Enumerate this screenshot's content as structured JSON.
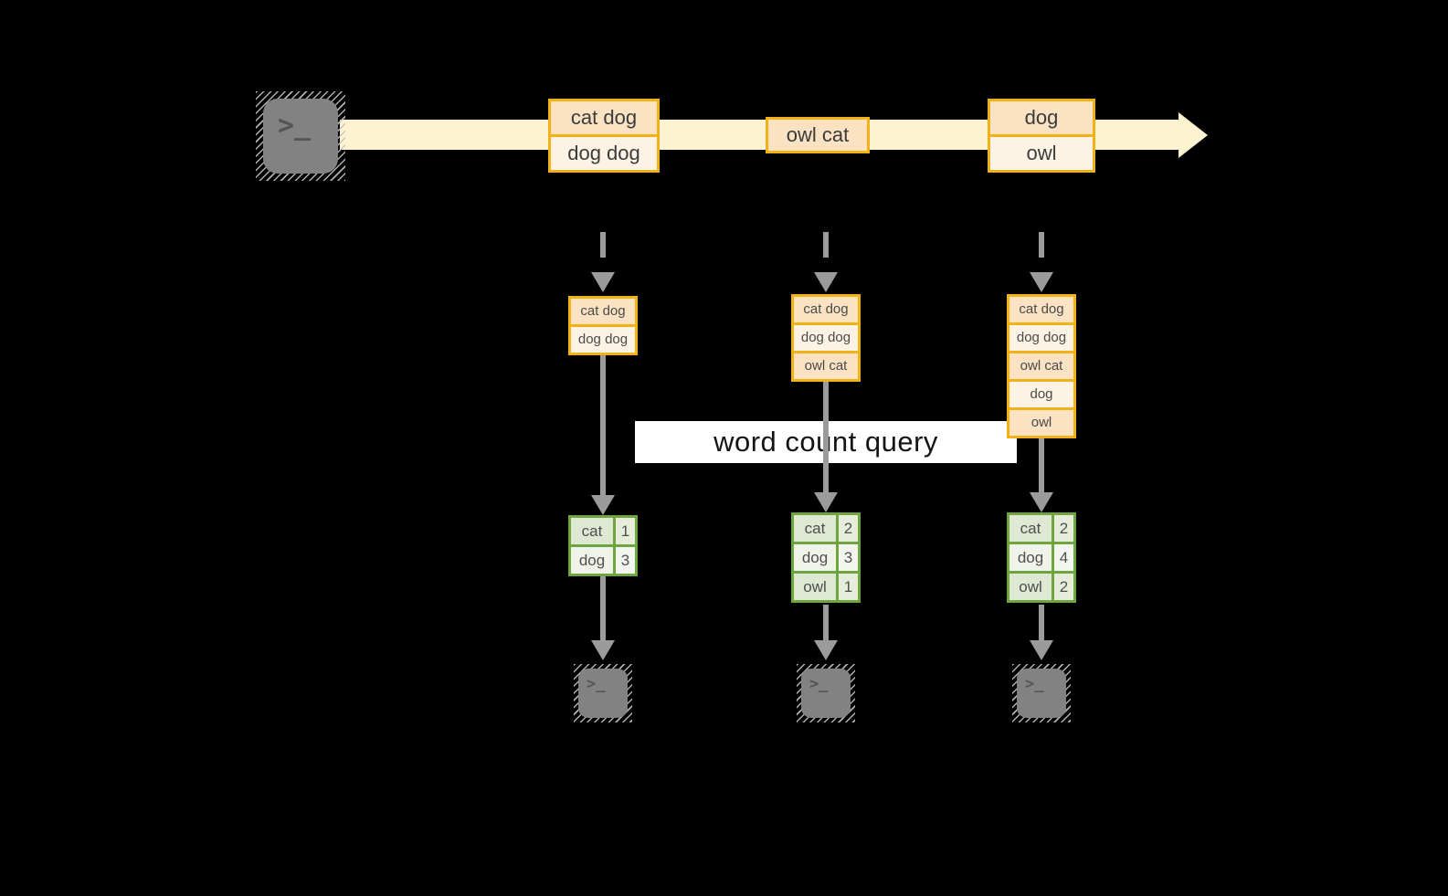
{
  "banner": {
    "label": "word count query"
  },
  "icons": {
    "terminal_glyph": ">_"
  },
  "timeline": {
    "events": [
      {
        "rows": [
          "cat dog",
          "dog dog"
        ]
      },
      {
        "rows": [
          "owl cat"
        ]
      },
      {
        "rows": [
          "dog",
          "owl"
        ]
      }
    ]
  },
  "columns": [
    {
      "batch": [
        "cat dog",
        "dog dog"
      ],
      "counts": [
        {
          "word": "cat",
          "count": "1"
        },
        {
          "word": "dog",
          "count": "3"
        }
      ]
    },
    {
      "batch": [
        "cat dog",
        "dog dog",
        "owl cat"
      ],
      "counts": [
        {
          "word": "cat",
          "count": "2"
        },
        {
          "word": "dog",
          "count": "3"
        },
        {
          "word": "owl",
          "count": "1"
        }
      ]
    },
    {
      "batch": [
        "cat dog",
        "dog dog",
        "owl cat",
        "dog",
        "owl"
      ],
      "counts": [
        {
          "word": "cat",
          "count": "2"
        },
        {
          "word": "dog",
          "count": "4"
        },
        {
          "word": "owl",
          "count": "2"
        }
      ]
    }
  ],
  "colors": {
    "background": "#000000",
    "stream_arrow": "#fdf3d1",
    "event_border": "#f0b215",
    "event_fill_dark": "#fae2c3",
    "event_fill_light": "#fdf3e4",
    "table_border": "#6fa53f",
    "table_fill_dark": "#dfe8d3",
    "table_fill_light": "#eff3ea",
    "connector_gray": "#9b9b9b",
    "banner_bg": "#ffffff",
    "text_dark": "#3b3b3b"
  }
}
